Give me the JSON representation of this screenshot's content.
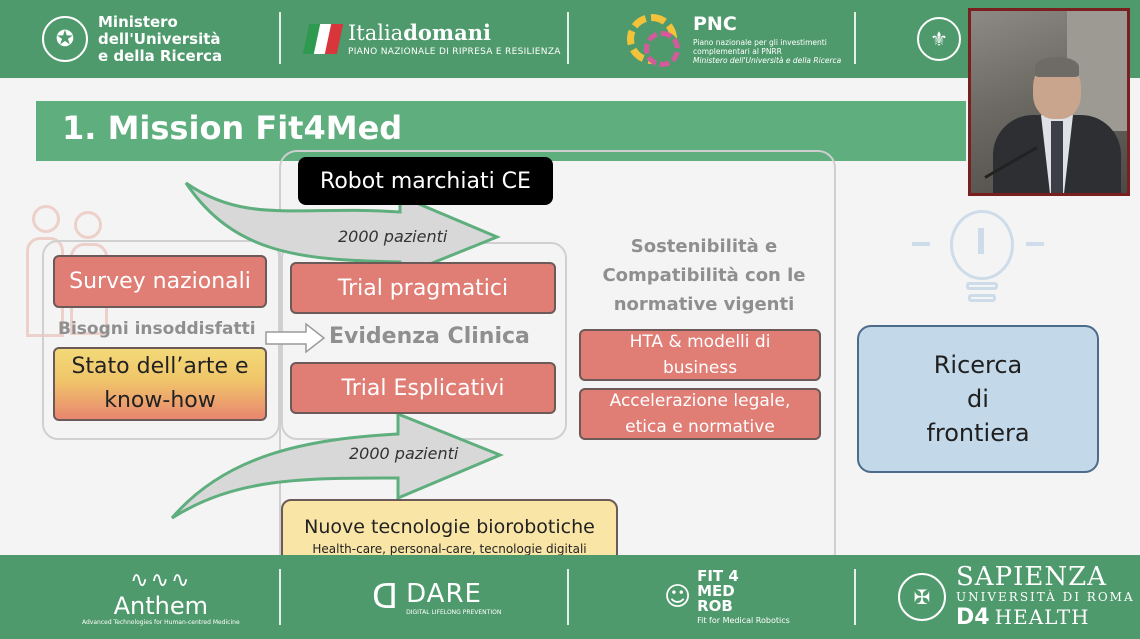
{
  "colors": {
    "header_green": "#4f9a6c",
    "title_band": "#5fae7e",
    "red_box": "#e07d75",
    "blue_box": "#c3d9ea",
    "cream_box": "#f9e5a6"
  },
  "header": {
    "ministero": {
      "line1": "Ministero",
      "line2": "dell'Università",
      "line3": "e della Ricerca",
      "icon": "republic-emblem-icon"
    },
    "italiadomani": {
      "title_a": "Italia",
      "title_b": "domani",
      "subtitle": "PIANO NAZIONALE DI RIPRESA E RESILIENZA"
    },
    "pnc": {
      "title": "PNC",
      "sub1": "Piano nazionale per gli investimenti",
      "sub2": "complementari al PNRR",
      "sub3": "Ministero dell'Università e della Ricerca",
      "icon": "gear-icon"
    },
    "seal_icon": "university-seal-icon"
  },
  "slide": {
    "title": "1. Mission Fit4Med",
    "left": {
      "survey": "Survey nazionali",
      "bisogni": "Bisogni insoddisfatti",
      "stato_line1": "Stato dell’arte e",
      "stato_line2": "know-how"
    },
    "mid": {
      "robot": "Robot marchiati CE",
      "arrow_top": "2000 pazienti",
      "trial_prag": "Trial pragmatici",
      "evidenza": "Evidenza Clinica",
      "trial_espl": "Trial Esplicativi",
      "arrow_bottom": "2000 pazienti"
    },
    "right": {
      "sost1": "Sostenibilità e",
      "sost2": "Compatibilità con le",
      "sost3": "normative vigenti",
      "hta1": "HTA & modelli di",
      "hta2": "business",
      "acc1": "Accelerazione legale,",
      "acc2": "etica e normative"
    },
    "nuove": {
      "title": "Nuove tecnologie biorobotiche",
      "sub": "Health-care, personal-care, tecnologie digitali"
    },
    "ricerca": {
      "line1": "Ricerca",
      "line2": "di",
      "line3": "frontiera"
    }
  },
  "footer": {
    "anthem": {
      "name": "Anthem",
      "sub": "Advanced Technologies for Human-centred Medicine",
      "icon": "waveform-icon"
    },
    "dare": {
      "name": "DARE",
      "sub": "DIGITAL LIFELONG PREVENTION",
      "icon": "d-mark-icon"
    },
    "fit4medrob": {
      "line1": "FIT 4",
      "line2": "MED",
      "line3": "ROB",
      "sub": "Fit for Medical Robotics",
      "icon": "robot-head-icon"
    },
    "sapienza": {
      "name": "SAPIENZA",
      "sub": "UNIVERSITÀ DI ROMA",
      "d4": "D4",
      "health": "HEALTH",
      "icon": "sapienza-seal-icon"
    }
  }
}
